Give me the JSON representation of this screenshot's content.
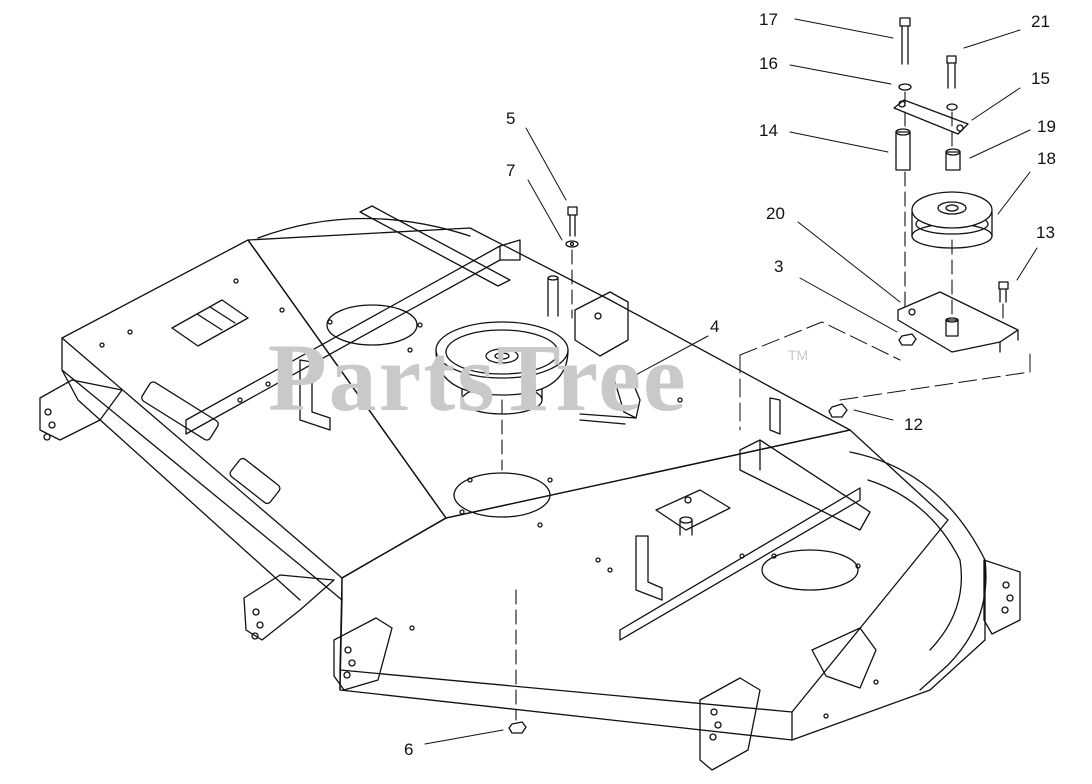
{
  "watermark": {
    "text": "PartsTree",
    "trademark": "TM"
  },
  "callouts": {
    "c17": "17",
    "c21": "21",
    "c16": "16",
    "c15": "15",
    "c14": "14",
    "c19": "19",
    "c18": "18",
    "c20": "20",
    "c13": "13",
    "c3": "3",
    "c5": "5",
    "c7": "7",
    "c4": "4",
    "c12": "12",
    "c6": "6"
  }
}
